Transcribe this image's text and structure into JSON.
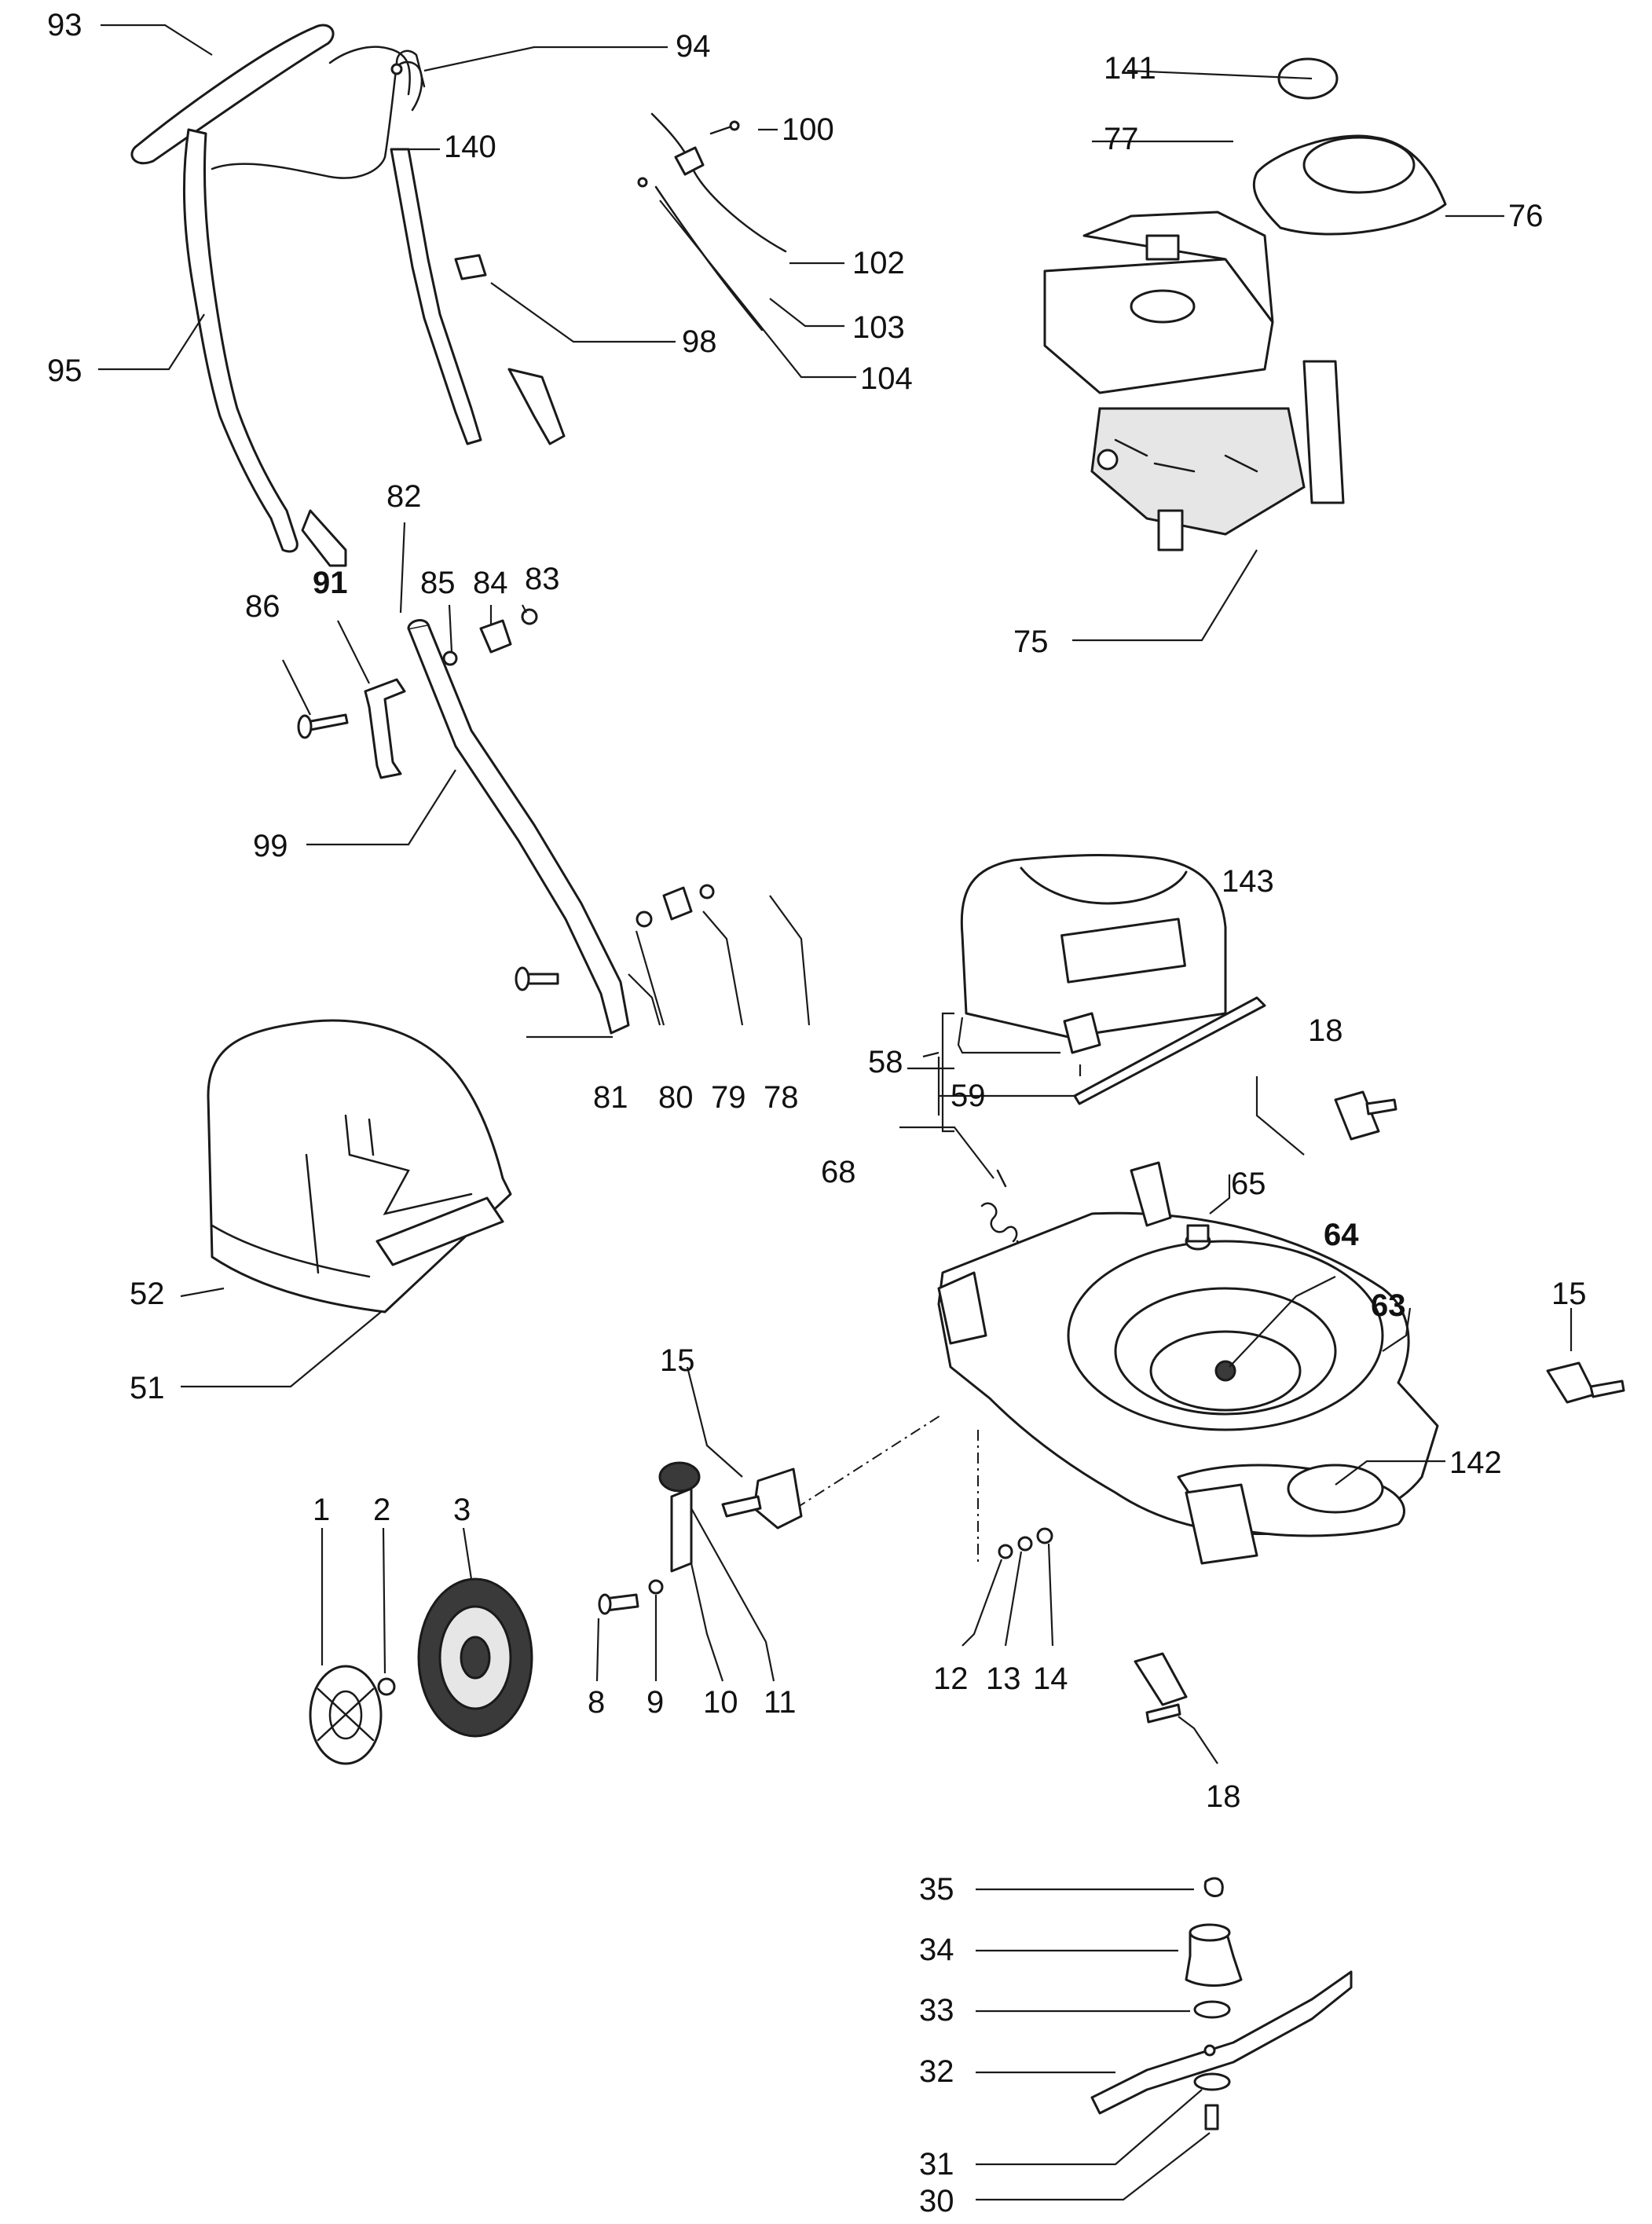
{
  "callouts": [
    {
      "id": "93",
      "label": "93"
    },
    {
      "id": "94",
      "label": "94"
    },
    {
      "id": "140",
      "label": "140"
    },
    {
      "id": "100",
      "label": "100"
    },
    {
      "id": "141",
      "label": "141"
    },
    {
      "id": "77",
      "label": "77"
    },
    {
      "id": "76",
      "label": "76"
    },
    {
      "id": "102",
      "label": "102"
    },
    {
      "id": "103",
      "label": "103"
    },
    {
      "id": "104",
      "label": "104"
    },
    {
      "id": "95",
      "label": "95"
    },
    {
      "id": "98",
      "label": "98"
    },
    {
      "id": "82",
      "label": "82"
    },
    {
      "id": "75",
      "label": "75"
    },
    {
      "id": "91",
      "label": "91"
    },
    {
      "id": "85",
      "label": "85"
    },
    {
      "id": "84",
      "label": "84"
    },
    {
      "id": "83",
      "label": "83"
    },
    {
      "id": "86",
      "label": "86"
    },
    {
      "id": "99",
      "label": "99"
    },
    {
      "id": "143",
      "label": "143"
    },
    {
      "id": "58",
      "label": "58"
    },
    {
      "id": "59",
      "label": "59"
    },
    {
      "id": "18a",
      "label": "18"
    },
    {
      "id": "81",
      "label": "81"
    },
    {
      "id": "80",
      "label": "80"
    },
    {
      "id": "79",
      "label": "79"
    },
    {
      "id": "78",
      "label": "78"
    },
    {
      "id": "68",
      "label": "68"
    },
    {
      "id": "65",
      "label": "65"
    },
    {
      "id": "64",
      "label": "64"
    },
    {
      "id": "63",
      "label": "63"
    },
    {
      "id": "15a",
      "label": "15"
    },
    {
      "id": "52",
      "label": "52"
    },
    {
      "id": "51",
      "label": "51"
    },
    {
      "id": "15b",
      "label": "15"
    },
    {
      "id": "142",
      "label": "142"
    },
    {
      "id": "1",
      "label": "1"
    },
    {
      "id": "2",
      "label": "2"
    },
    {
      "id": "3",
      "label": "3"
    },
    {
      "id": "8",
      "label": "8"
    },
    {
      "id": "9",
      "label": "9"
    },
    {
      "id": "10",
      "label": "10"
    },
    {
      "id": "11",
      "label": "11"
    },
    {
      "id": "12",
      "label": "12"
    },
    {
      "id": "13",
      "label": "13"
    },
    {
      "id": "14",
      "label": "14"
    },
    {
      "id": "18b",
      "label": "18"
    },
    {
      "id": "35",
      "label": "35"
    },
    {
      "id": "34",
      "label": "34"
    },
    {
      "id": "33",
      "label": "33"
    },
    {
      "id": "32",
      "label": "32"
    },
    {
      "id": "31",
      "label": "31"
    },
    {
      "id": "30",
      "label": "30"
    }
  ]
}
